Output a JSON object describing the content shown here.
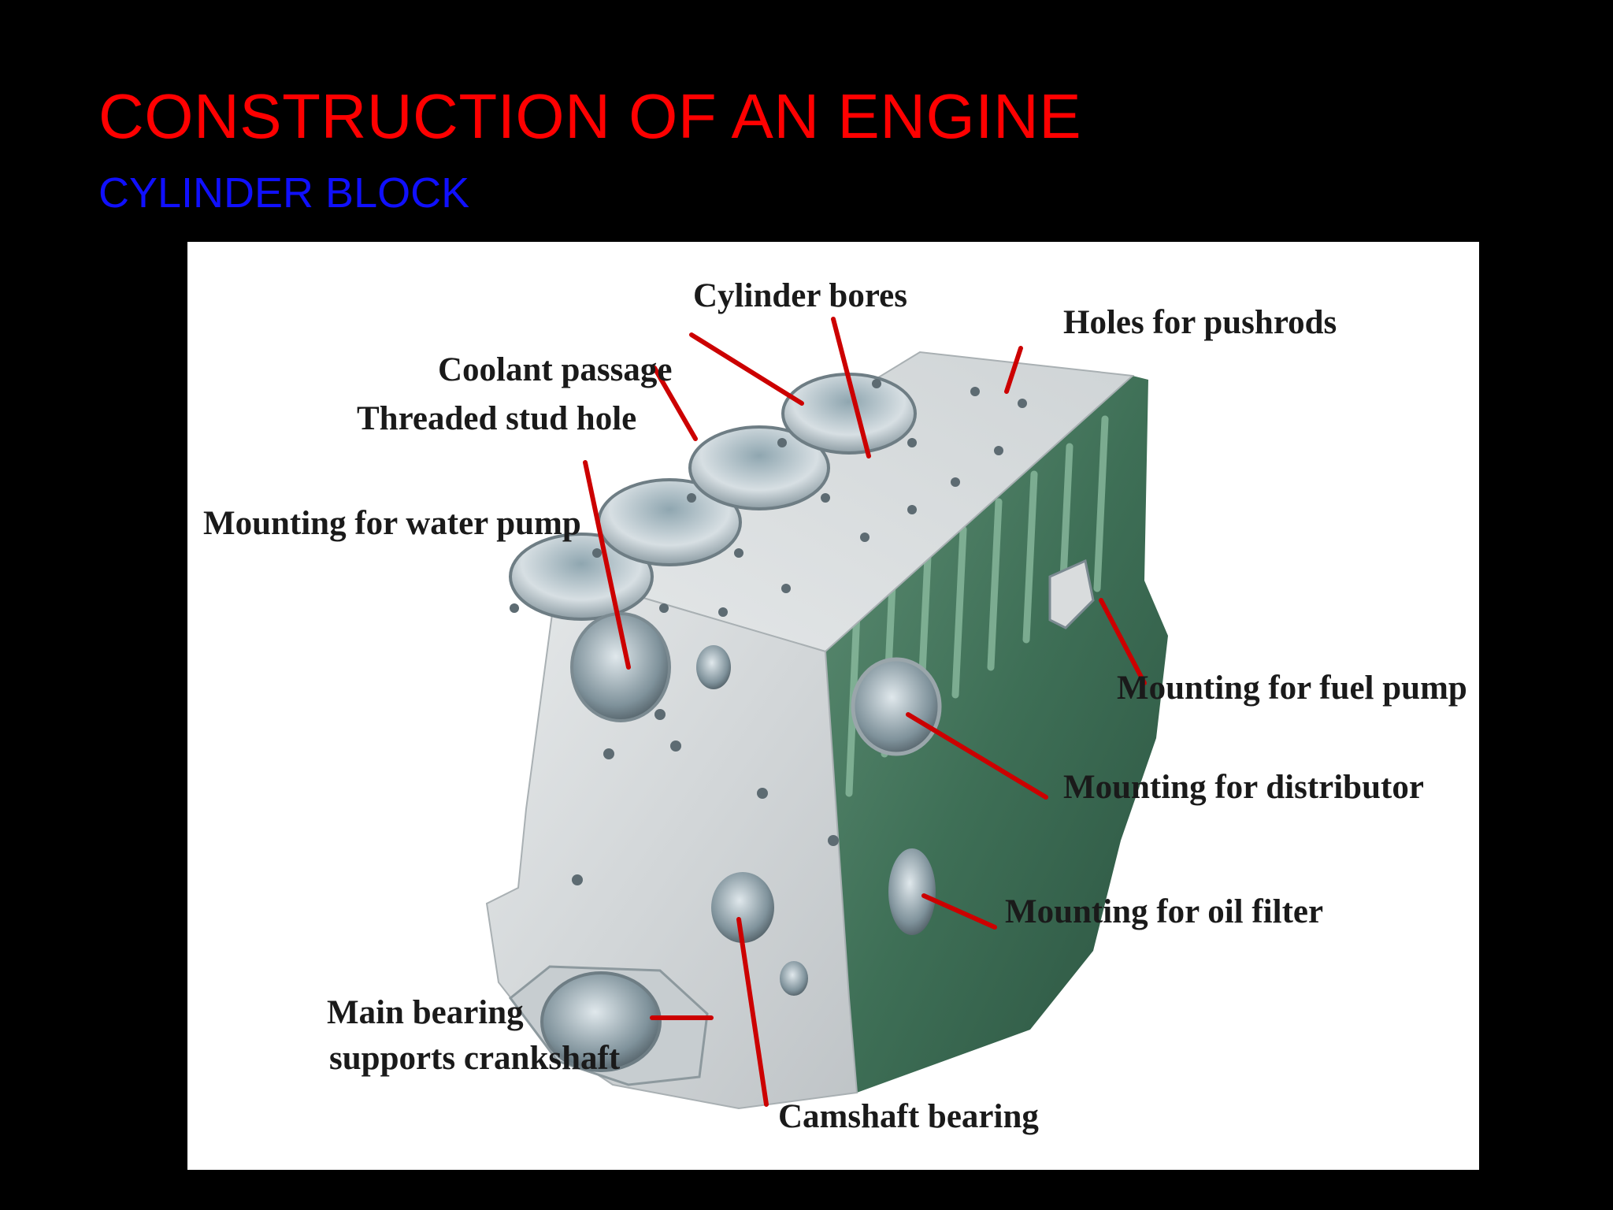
{
  "slide": {
    "title": "CONSTRUCTION OF AN ENGINE",
    "subtitle": "CYLINDER BLOCK"
  },
  "diagram": {
    "labels": {
      "cylinder_bores": "Cylinder bores",
      "holes_for_pushrods": "Holes for pushrods",
      "coolant_passage": "Coolant passage",
      "threaded_stud_hole": "Threaded stud hole",
      "mounting_water_pump": "Mounting for water pump",
      "mounting_fuel_pump": "Mounting for fuel pump",
      "mounting_distributor": "Mounting for distributor",
      "mounting_oil_filter": "Mounting for oil filter",
      "main_bearing_line1": "Main bearing",
      "main_bearing_line2": "supports crankshaft",
      "camshaft_bearing": "Camshaft bearing"
    },
    "colors": {
      "leader_line": "#cc0000",
      "block_front": "#d2d6d8",
      "block_top": "#dfe2e3",
      "block_side": "#3d6e55"
    }
  }
}
